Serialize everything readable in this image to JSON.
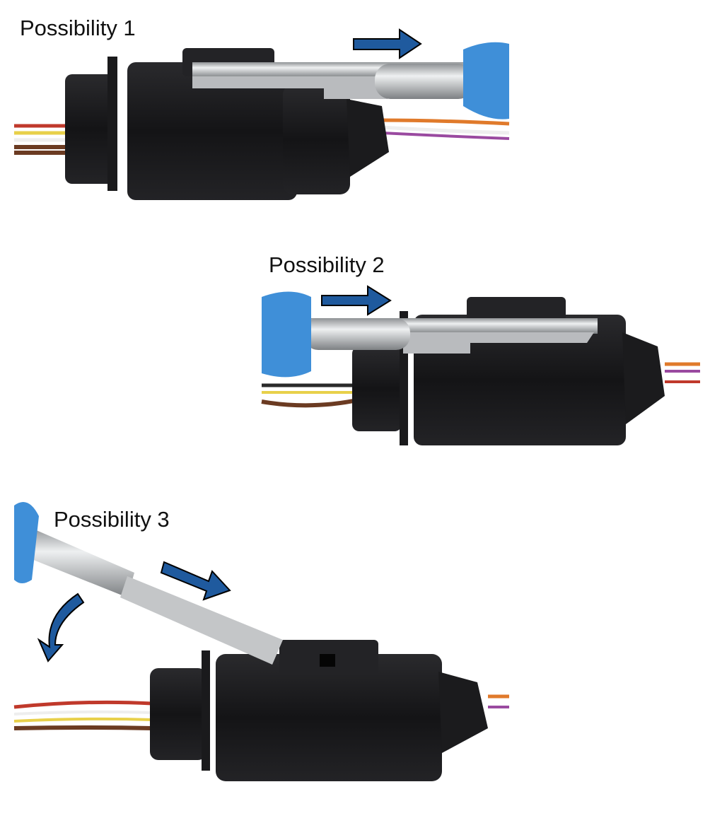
{
  "figure": {
    "panels": [
      {
        "label": "Possibility 1"
      },
      {
        "label": "Possibility 2"
      },
      {
        "label": "Possibility 3"
      }
    ]
  },
  "colors": {
    "arrow": "#1f5a9e",
    "handle": "#3f8fd8",
    "connector": "#1c1c1e",
    "metal": "#c9cbcd"
  }
}
